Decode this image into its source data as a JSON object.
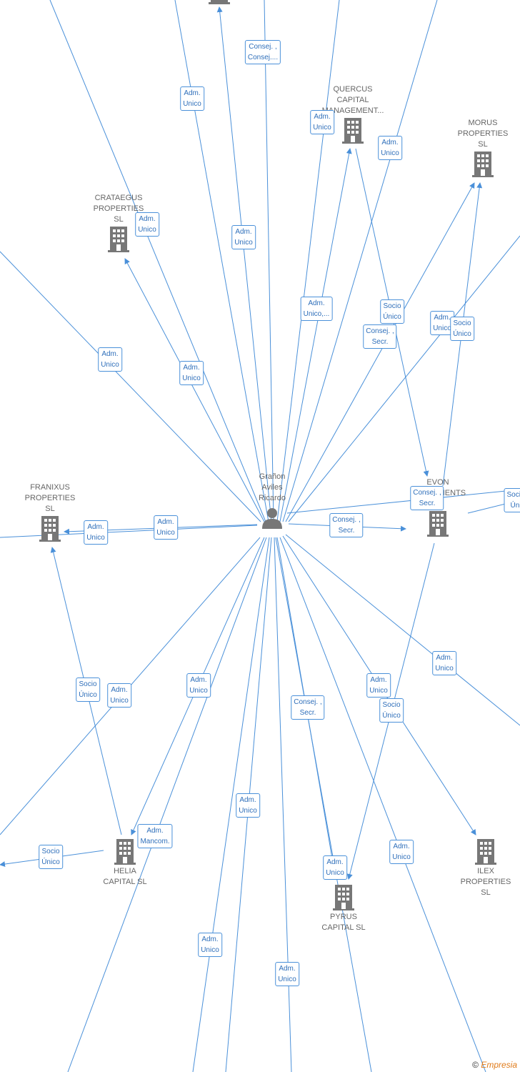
{
  "person": {
    "lines": [
      "Grañon",
      "Aviles",
      "Ricardo"
    ]
  },
  "companies": [
    {
      "id": "quercus",
      "lines": [
        "QUERCUS",
        "CAPITAL",
        "MANAGEMENT..."
      ]
    },
    {
      "id": "morus",
      "lines": [
        "MORUS",
        "PROPERTIES",
        "SL"
      ]
    },
    {
      "id": "crataegus",
      "lines": [
        "CRATAEGUS",
        "PROPERTIES",
        "SL"
      ]
    },
    {
      "id": "franixus",
      "lines": [
        "FRANIXUS",
        "PROPERTIES",
        "SL"
      ]
    },
    {
      "id": "evon",
      "lines": [
        "EVON",
        "INVESTMENTS"
      ]
    },
    {
      "id": "helia",
      "lines": [
        "HELIA",
        "CAPITAL SL"
      ]
    },
    {
      "id": "ilex",
      "lines": [
        "ILEX",
        "PROPERTIES",
        "SL"
      ]
    },
    {
      "id": "pyrus",
      "lines": [
        "PYRUS",
        "CAPITAL SL"
      ]
    }
  ],
  "edge_labels": [
    {
      "lines": [
        "Consej. ,",
        "Consej...."
      ]
    },
    {
      "lines": [
        "Adm.",
        "Unico"
      ]
    },
    {
      "lines": [
        "Adm.",
        "Unico"
      ]
    },
    {
      "lines": [
        "Adm.",
        "Unico"
      ]
    },
    {
      "lines": [
        "Adm.",
        "Unico"
      ]
    },
    {
      "lines": [
        "Adm.",
        "Unico"
      ]
    },
    {
      "lines": [
        "Adm.",
        "Unico,..."
      ]
    },
    {
      "lines": [
        "Socio",
        "Único"
      ]
    },
    {
      "lines": [
        "Consej. ,",
        "Secr."
      ]
    },
    {
      "lines": [
        "Adm.",
        "Unico"
      ]
    },
    {
      "lines": [
        "Socio",
        "Único"
      ]
    },
    {
      "lines": [
        "Adm.",
        "Unico"
      ]
    },
    {
      "lines": [
        "Adm.",
        "Unico"
      ]
    },
    {
      "lines": [
        "Adm.",
        "Unico"
      ]
    },
    {
      "lines": [
        "Adm.",
        "Unico"
      ]
    },
    {
      "lines": [
        "Consej. ,",
        "Secr."
      ]
    },
    {
      "lines": [
        "Consej. ,",
        "Secr."
      ]
    },
    {
      "lines": [
        "Socio",
        "Úni"
      ]
    },
    {
      "lines": [
        "Adm.",
        "Unico"
      ]
    },
    {
      "lines": [
        "Socio",
        "Único"
      ]
    },
    {
      "lines": [
        "Adm.",
        "Unico"
      ]
    },
    {
      "lines": [
        "Adm.",
        "Unico"
      ]
    },
    {
      "lines": [
        "Consej. ,",
        "Secr."
      ]
    },
    {
      "lines": [
        "Adm.",
        "Unico"
      ]
    },
    {
      "lines": [
        "Socio",
        "Único"
      ]
    },
    {
      "lines": [
        "Adm.",
        "Unico"
      ]
    },
    {
      "lines": [
        "Adm.",
        "Mancom."
      ]
    },
    {
      "lines": [
        "Socio",
        "Único"
      ]
    },
    {
      "lines": [
        "Adm.",
        "Unico"
      ]
    },
    {
      "lines": [
        "Adm.",
        "Unico"
      ]
    },
    {
      "lines": [
        "Adm.",
        "Unico"
      ]
    },
    {
      "lines": [
        "Adm.",
        "Unico"
      ]
    }
  ],
  "footer": {
    "copyright": "©",
    "brand": "Empresia"
  },
  "colors": {
    "edge": "#4a90d9",
    "icon": "#777777",
    "label_text": "#2f6fba"
  }
}
